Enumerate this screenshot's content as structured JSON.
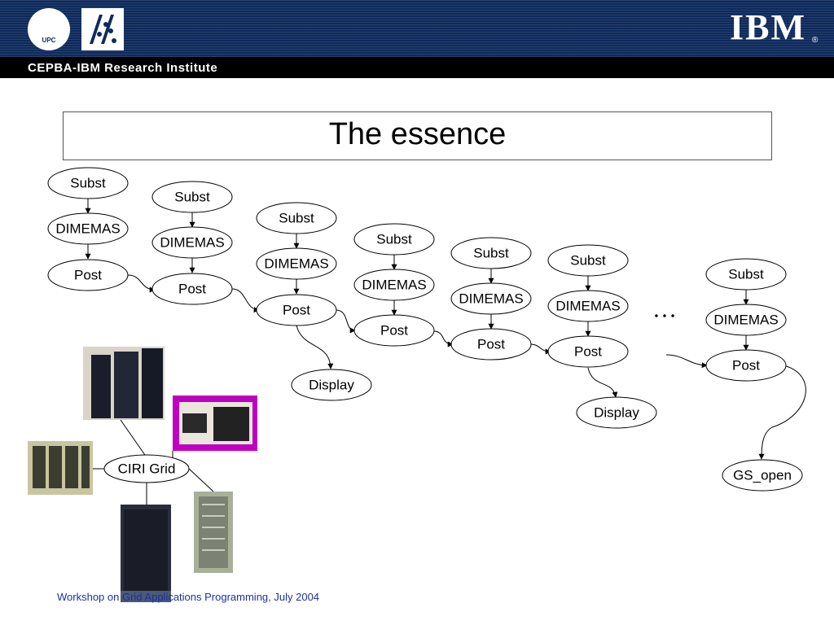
{
  "header": {
    "institute": "CEPBA-IBM Research Institute",
    "upc_label": "UPC",
    "ibm_label": "IBM",
    "reg_mark": "®"
  },
  "title": "The essence",
  "diagram": {
    "columns": [
      {
        "subst": "Subst",
        "dimemas": "DIMEMAS",
        "post": "Post"
      },
      {
        "subst": "Subst",
        "dimemas": "DIMEMAS",
        "post": "Post"
      },
      {
        "subst": "Subst",
        "dimemas": "DIMEMAS",
        "post": "Post"
      },
      {
        "subst": "Subst",
        "dimemas": "DIMEMAS",
        "post": "Post"
      },
      {
        "subst": "Subst",
        "dimemas": "DIMEMAS",
        "post": "Post"
      },
      {
        "subst": "Subst",
        "dimemas": "DIMEMAS",
        "post": "Post"
      },
      {
        "subst": "Subst",
        "dimemas": "DIMEMAS",
        "post": "Post"
      }
    ],
    "displays": [
      "Display",
      "Display"
    ],
    "ellipsis": "…",
    "gs_open": "GS_open",
    "grid_label": "CIRI Grid"
  },
  "footer": "Workshop on Grid Applications Programming, July 2004",
  "colors": {
    "header_bg": "#0e2a5c",
    "footer_text": "#1f2f9f",
    "magenta_frame": "#c000c0"
  }
}
